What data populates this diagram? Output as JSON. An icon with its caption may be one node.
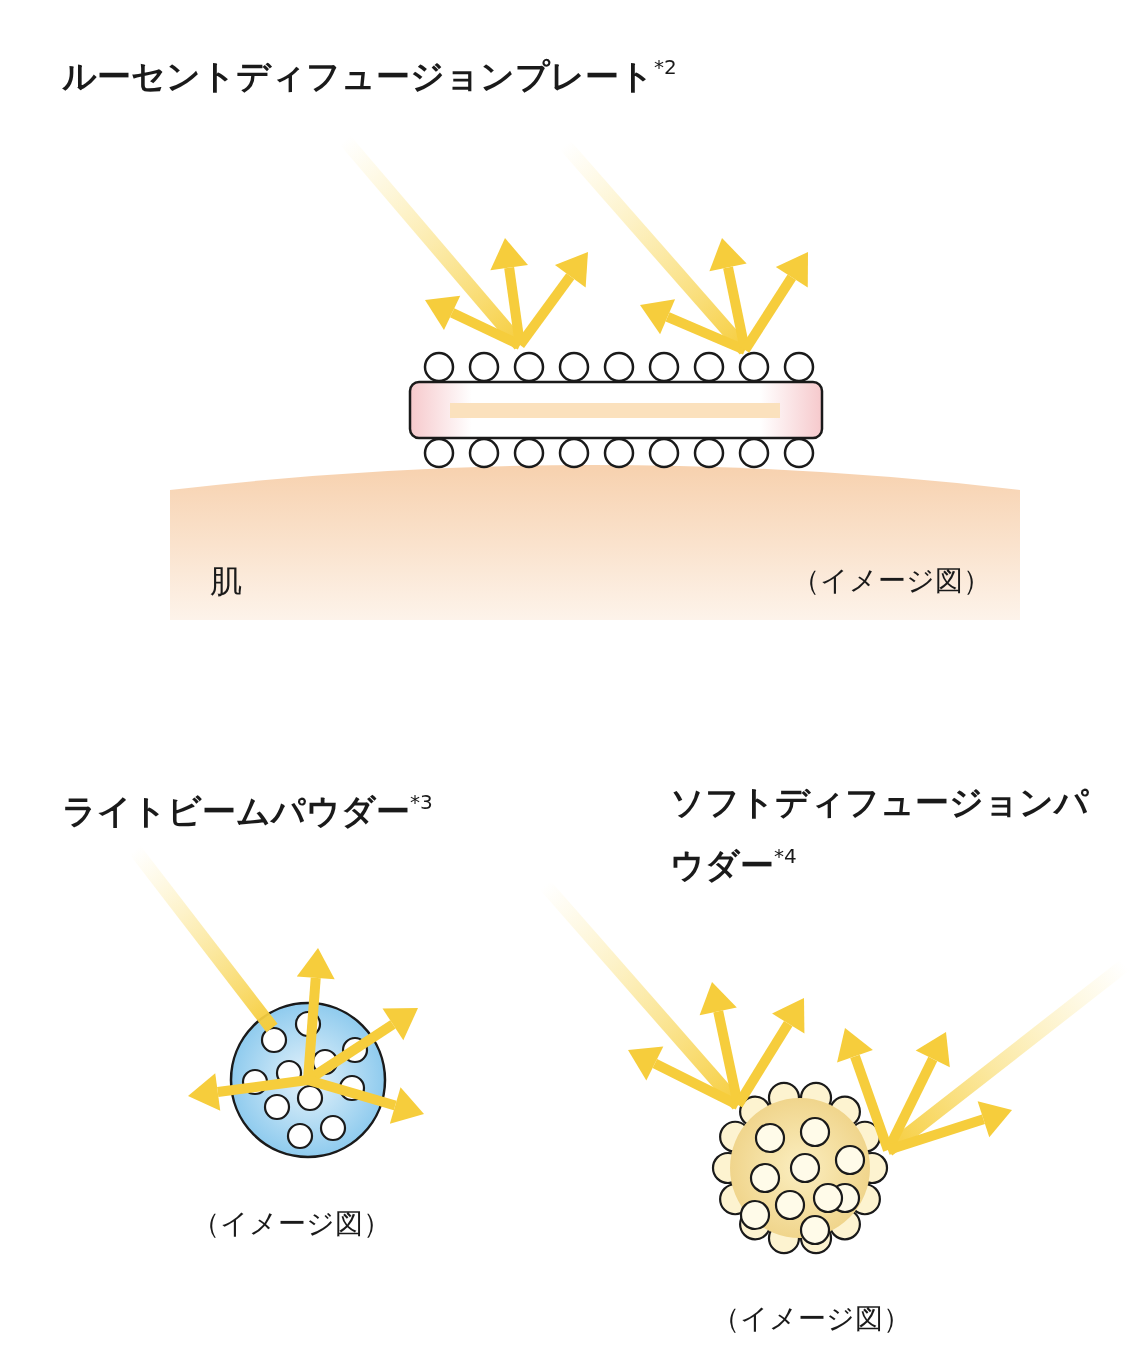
{
  "diagram": {
    "nodes": [
      {
        "text": [
          "肌",
          "（イメージ図）"
        ]
      }
    ],
    "labels": [
      "ルーセントディフュージョンプレート$^{*2}$",
      "ライトビームパウダー$^{*3}$",
      "ソフトディフュージョンパウダー$^{*4}$",
      "（イメージ図）",
      "（イメージ図）"
    ]
  }
}
